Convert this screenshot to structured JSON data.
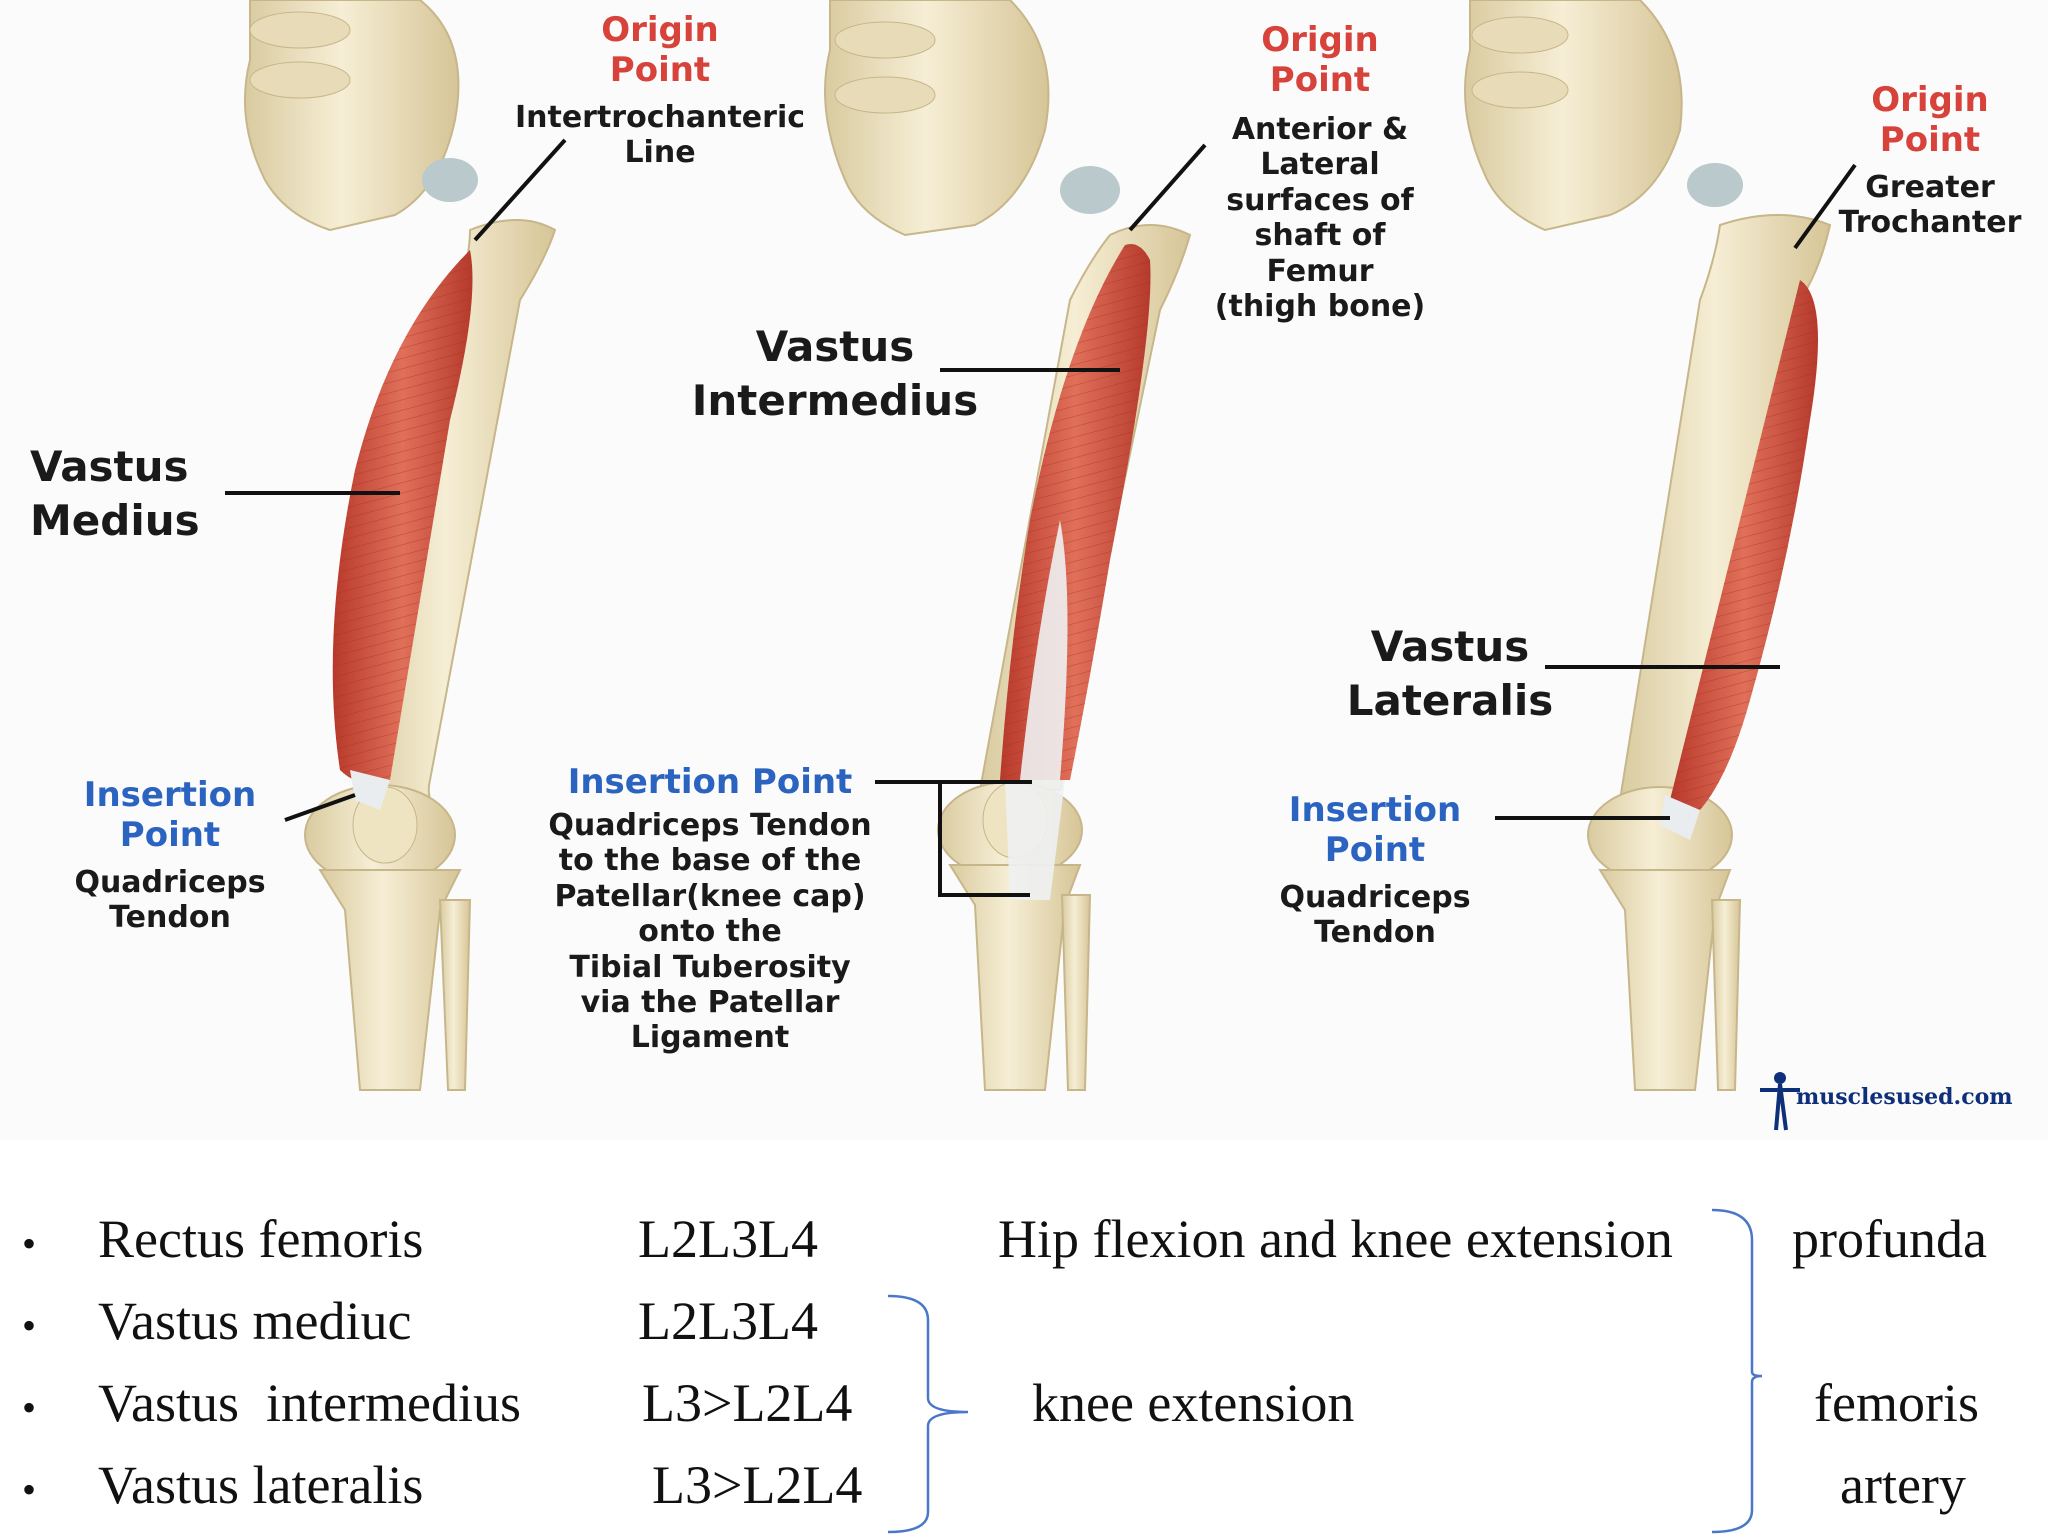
{
  "figure": {
    "panel1": {
      "origin_title": [
        "Origin",
        "Point"
      ],
      "origin_desc": [
        "Intertrochanteric",
        "Line"
      ],
      "muscle": [
        "Vastus",
        "Medius"
      ],
      "insertion_title": [
        "Insertion",
        "Point"
      ],
      "insertion_desc": [
        "Quadriceps",
        "Tendon"
      ]
    },
    "panel2": {
      "origin_title": [
        "Origin",
        "Point"
      ],
      "origin_desc": [
        "Anterior &",
        "Lateral",
        "surfaces of",
        "shaft of",
        "Femur",
        "(thigh bone)"
      ],
      "muscle": [
        "Vastus",
        "Intermedius"
      ],
      "insertion_title": "Insertion Point",
      "insertion_desc": [
        "Quadriceps Tendon",
        "to the base of the",
        "Patellar(knee cap)",
        "onto the",
        "Tibial Tuberosity",
        "via the Patellar",
        "Ligament"
      ]
    },
    "panel3": {
      "origin_title": [
        "Origin",
        "Point"
      ],
      "origin_desc": [
        "Greater",
        "Trochanter"
      ],
      "muscle": [
        "Vastus",
        "Lateralis"
      ],
      "insertion_title": [
        "Insertion",
        "Point"
      ],
      "insertion_desc": [
        "Quadriceps",
        "Tendon"
      ]
    },
    "watermark": "musclesused.com",
    "colors": {
      "origin": "#d7423a",
      "insertion": "#2a63c0",
      "muscle": "#d4553f",
      "bone": "#efe4c2"
    }
  },
  "table": {
    "rows": [
      {
        "bullet": "•",
        "muscle": "Rectus femoris",
        "nerve": "L2L3L4"
      },
      {
        "bullet": "•",
        "muscle": "Vastus mediuc",
        "nerve": "L2L3L4"
      },
      {
        "bullet": "•",
        "muscle": "Vastus  intermedius",
        "nerve": "L3>L2L4"
      },
      {
        "bullet": "•",
        "muscle": "Vastus lateralis",
        "nerve": "L3>L2L4"
      }
    ],
    "action_rectus": "Hip flexion and knee extension",
    "action_vasti": "knee extension",
    "artery": [
      "profunda",
      "femoris",
      "artery"
    ],
    "bracket_color": "#4a78c8"
  }
}
